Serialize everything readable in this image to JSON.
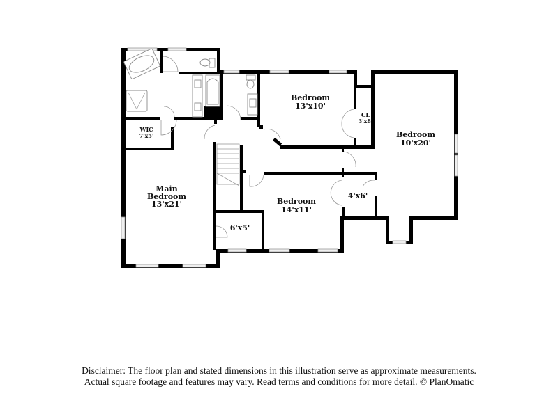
{
  "floorplan": {
    "rooms": [
      {
        "id": "main-bedroom",
        "name_line1": "Main",
        "name_line2": "Bedroom",
        "dims": "13'x21'"
      },
      {
        "id": "wic",
        "name": "WIC",
        "dims": "7'x5'"
      },
      {
        "id": "bedroom-2",
        "name": "Bedroom",
        "dims": "13'x10'"
      },
      {
        "id": "closet",
        "name": "CL",
        "dims": "3'x8'"
      },
      {
        "id": "bedroom-3",
        "name": "Bedroom",
        "dims": "10'x20'"
      },
      {
        "id": "bedroom-4",
        "name": "Bedroom",
        "dims": "14'x11'"
      },
      {
        "id": "closet-4x6",
        "dims": "4'x6'"
      },
      {
        "id": "closet-6x5",
        "dims": "6'x5'"
      }
    ],
    "colors": {
      "wall": "#000000",
      "window": "#efefef",
      "fixture_stroke": "#8a8a8a",
      "background": "#ffffff"
    }
  },
  "disclaimer": {
    "line1": "Disclaimer: The floor plan and stated dimensions in this illustration serve as approximate measurements.",
    "line2": "Actual square footage and features may vary. Read terms and conditions for more detail. © PlanOmatic"
  }
}
